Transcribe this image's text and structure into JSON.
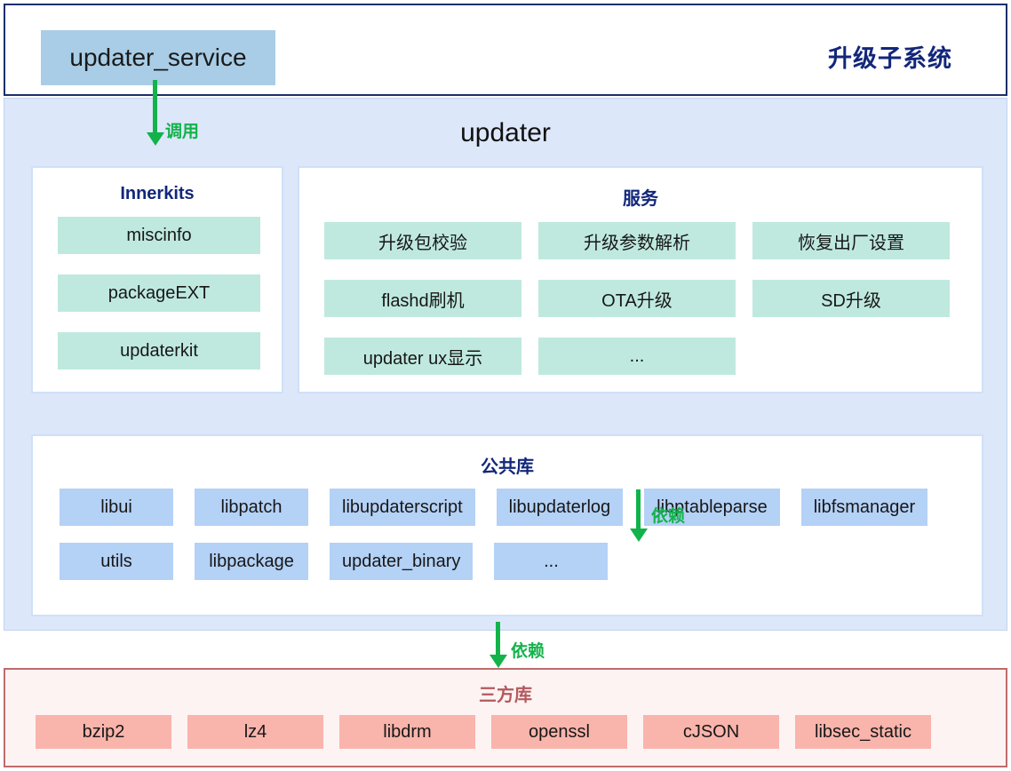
{
  "header": {
    "service_box_label": "updater_service",
    "subsystem_title": "升级子系统"
  },
  "updater": {
    "title": "updater",
    "innerkits": {
      "title": "Innerkits",
      "items": [
        {
          "label": "miscinfo"
        },
        {
          "label": "packageEXT"
        },
        {
          "label": "updaterkit"
        }
      ]
    },
    "services": {
      "title": "服务",
      "items": [
        {
          "label": "升级包校验"
        },
        {
          "label": "升级参数解析"
        },
        {
          "label": "恢复出厂设置"
        },
        {
          "label": "flashd刷机"
        },
        {
          "label": "OTA升级"
        },
        {
          "label": "SD升级"
        },
        {
          "label": "updater ux显示"
        },
        {
          "label": "..."
        }
      ]
    },
    "common_library": {
      "title": "公共库",
      "items": [
        {
          "label": "libui"
        },
        {
          "label": "libpatch"
        },
        {
          "label": "libupdaterscript"
        },
        {
          "label": "libupdaterlog"
        },
        {
          "label": "libptableparse"
        },
        {
          "label": "libfsmanager"
        },
        {
          "label": "utils"
        },
        {
          "label": "libpackage"
        },
        {
          "label": "updater_binary"
        },
        {
          "label": "..."
        }
      ]
    }
  },
  "third_party": {
    "title": "三方库",
    "items": [
      {
        "label": "bzip2"
      },
      {
        "label": "lz4"
      },
      {
        "label": "libdrm"
      },
      {
        "label": "openssl"
      },
      {
        "label": "cJSON"
      },
      {
        "label": "libsec_static"
      }
    ]
  },
  "arrows": {
    "call_label": "调用",
    "dependency_label_1": "依赖",
    "dependency_label_2": "依赖"
  },
  "colors": {
    "subsystem_title": "#12277a",
    "header_border": "#1b2f6b",
    "service_box_bg": "#a9cde6",
    "updater_bg": "#dde7fa",
    "panel_border": "#cfe0f8",
    "mint_chip": "#bfe9df",
    "blue_chip": "#b4d1f6",
    "third_party_bg": "#fdf3f3",
    "third_party_border": "#c06b6b",
    "third_party_chip": "#f9b4ab",
    "arrow_green": "#12b34a"
  }
}
